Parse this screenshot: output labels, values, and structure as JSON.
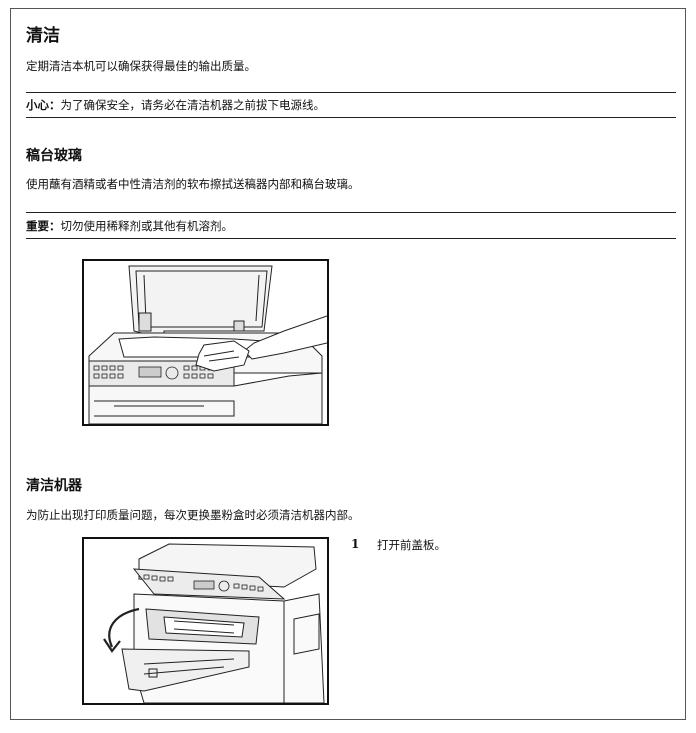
{
  "section": {
    "title": "清洁",
    "intro": "定期清洁本机可以确保获得最佳的输出质量。",
    "caution_label": "小心：",
    "caution_text": "为了确保安全，请务必在清洁机器之前拔下电源线。"
  },
  "glass": {
    "title": "稿台玻璃",
    "text": "使用蘸有酒精或者中性清洁剂的软布擦拭送稿器内部和稿台玻璃。",
    "important_label": "重要：",
    "important_text": "切勿使用稀释剂或其他有机溶剂。"
  },
  "machine": {
    "title": "清洁机器",
    "text": "为防止出现打印质量问题，每次更换墨粉盒时必须清洁机器内部。",
    "steps": [
      {
        "number": "1",
        "text": "打开前盖板。"
      }
    ]
  },
  "figures": [
    {
      "icon": "scanner-glass-wiping-illustration"
    },
    {
      "icon": "open-front-cover-illustration"
    }
  ]
}
